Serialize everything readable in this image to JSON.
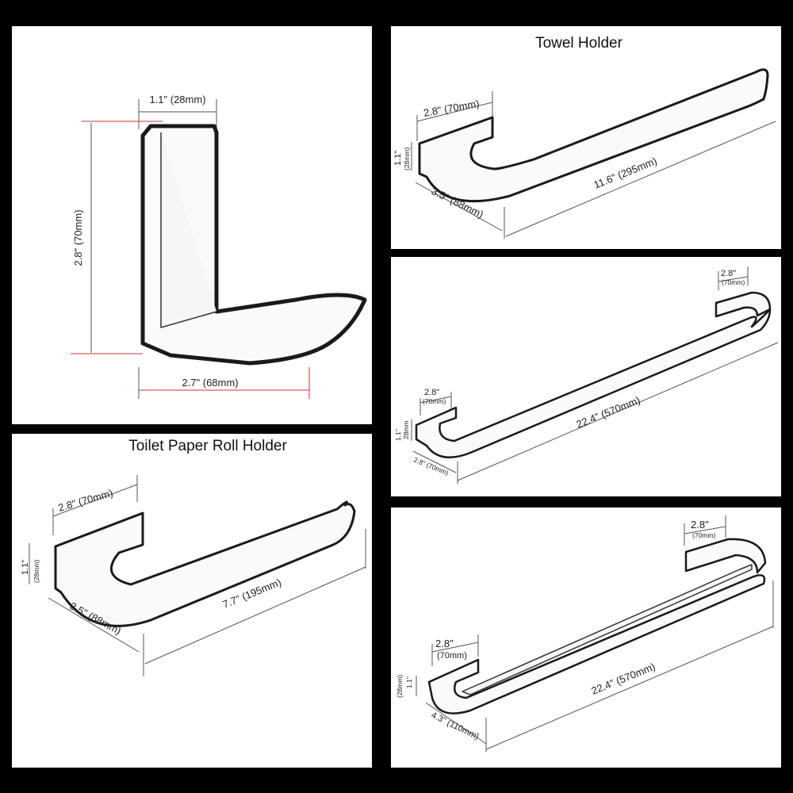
{
  "hook": {
    "width_label": "1.1\" (28mm)",
    "height_label": "2.8\" (70mm)",
    "depth_label": "2.7\" (68mm)"
  },
  "towel_holder": {
    "title": "Towel Holder",
    "plate_width": "2.8\" (70mm)",
    "plate_height_in": "1.1\"",
    "plate_height_mm": "(28mm)",
    "depth": "3.5\" (88mm)",
    "length": "11.6\" (295mm)"
  },
  "towel_bar_single": {
    "plate_width_right_in": "2.8\"",
    "plate_width_right_mm": "(70mm)",
    "plate_width_left_in": "2.8\"",
    "plate_width_left_mm": "(70mm)",
    "plate_height_in": "1.1\"",
    "plate_height_mm": "28mm",
    "depth": "2.8\" (70mm)",
    "length": "22.4\" (570mm)"
  },
  "paper_holder": {
    "title": "Toilet Paper Roll Holder",
    "plate_width": "2.8\" (70mm)",
    "plate_height_in": "1.1\"",
    "plate_height_mm": "(28mm)",
    "depth": "3.5\" (88mm)",
    "length": "7.7\" (195mm)"
  },
  "towel_bar_double": {
    "plate_width_right_in": "2.8\"",
    "plate_width_right_mm": "(70mm)",
    "plate_width_left_in": "2.8\"",
    "plate_width_left_mm": "(70mm)",
    "plate_height_in": "1.1\"",
    "plate_height_mm": "(28mm)",
    "depth": "4.3\" (110mm)",
    "length": "22.4\" (570mm)"
  }
}
